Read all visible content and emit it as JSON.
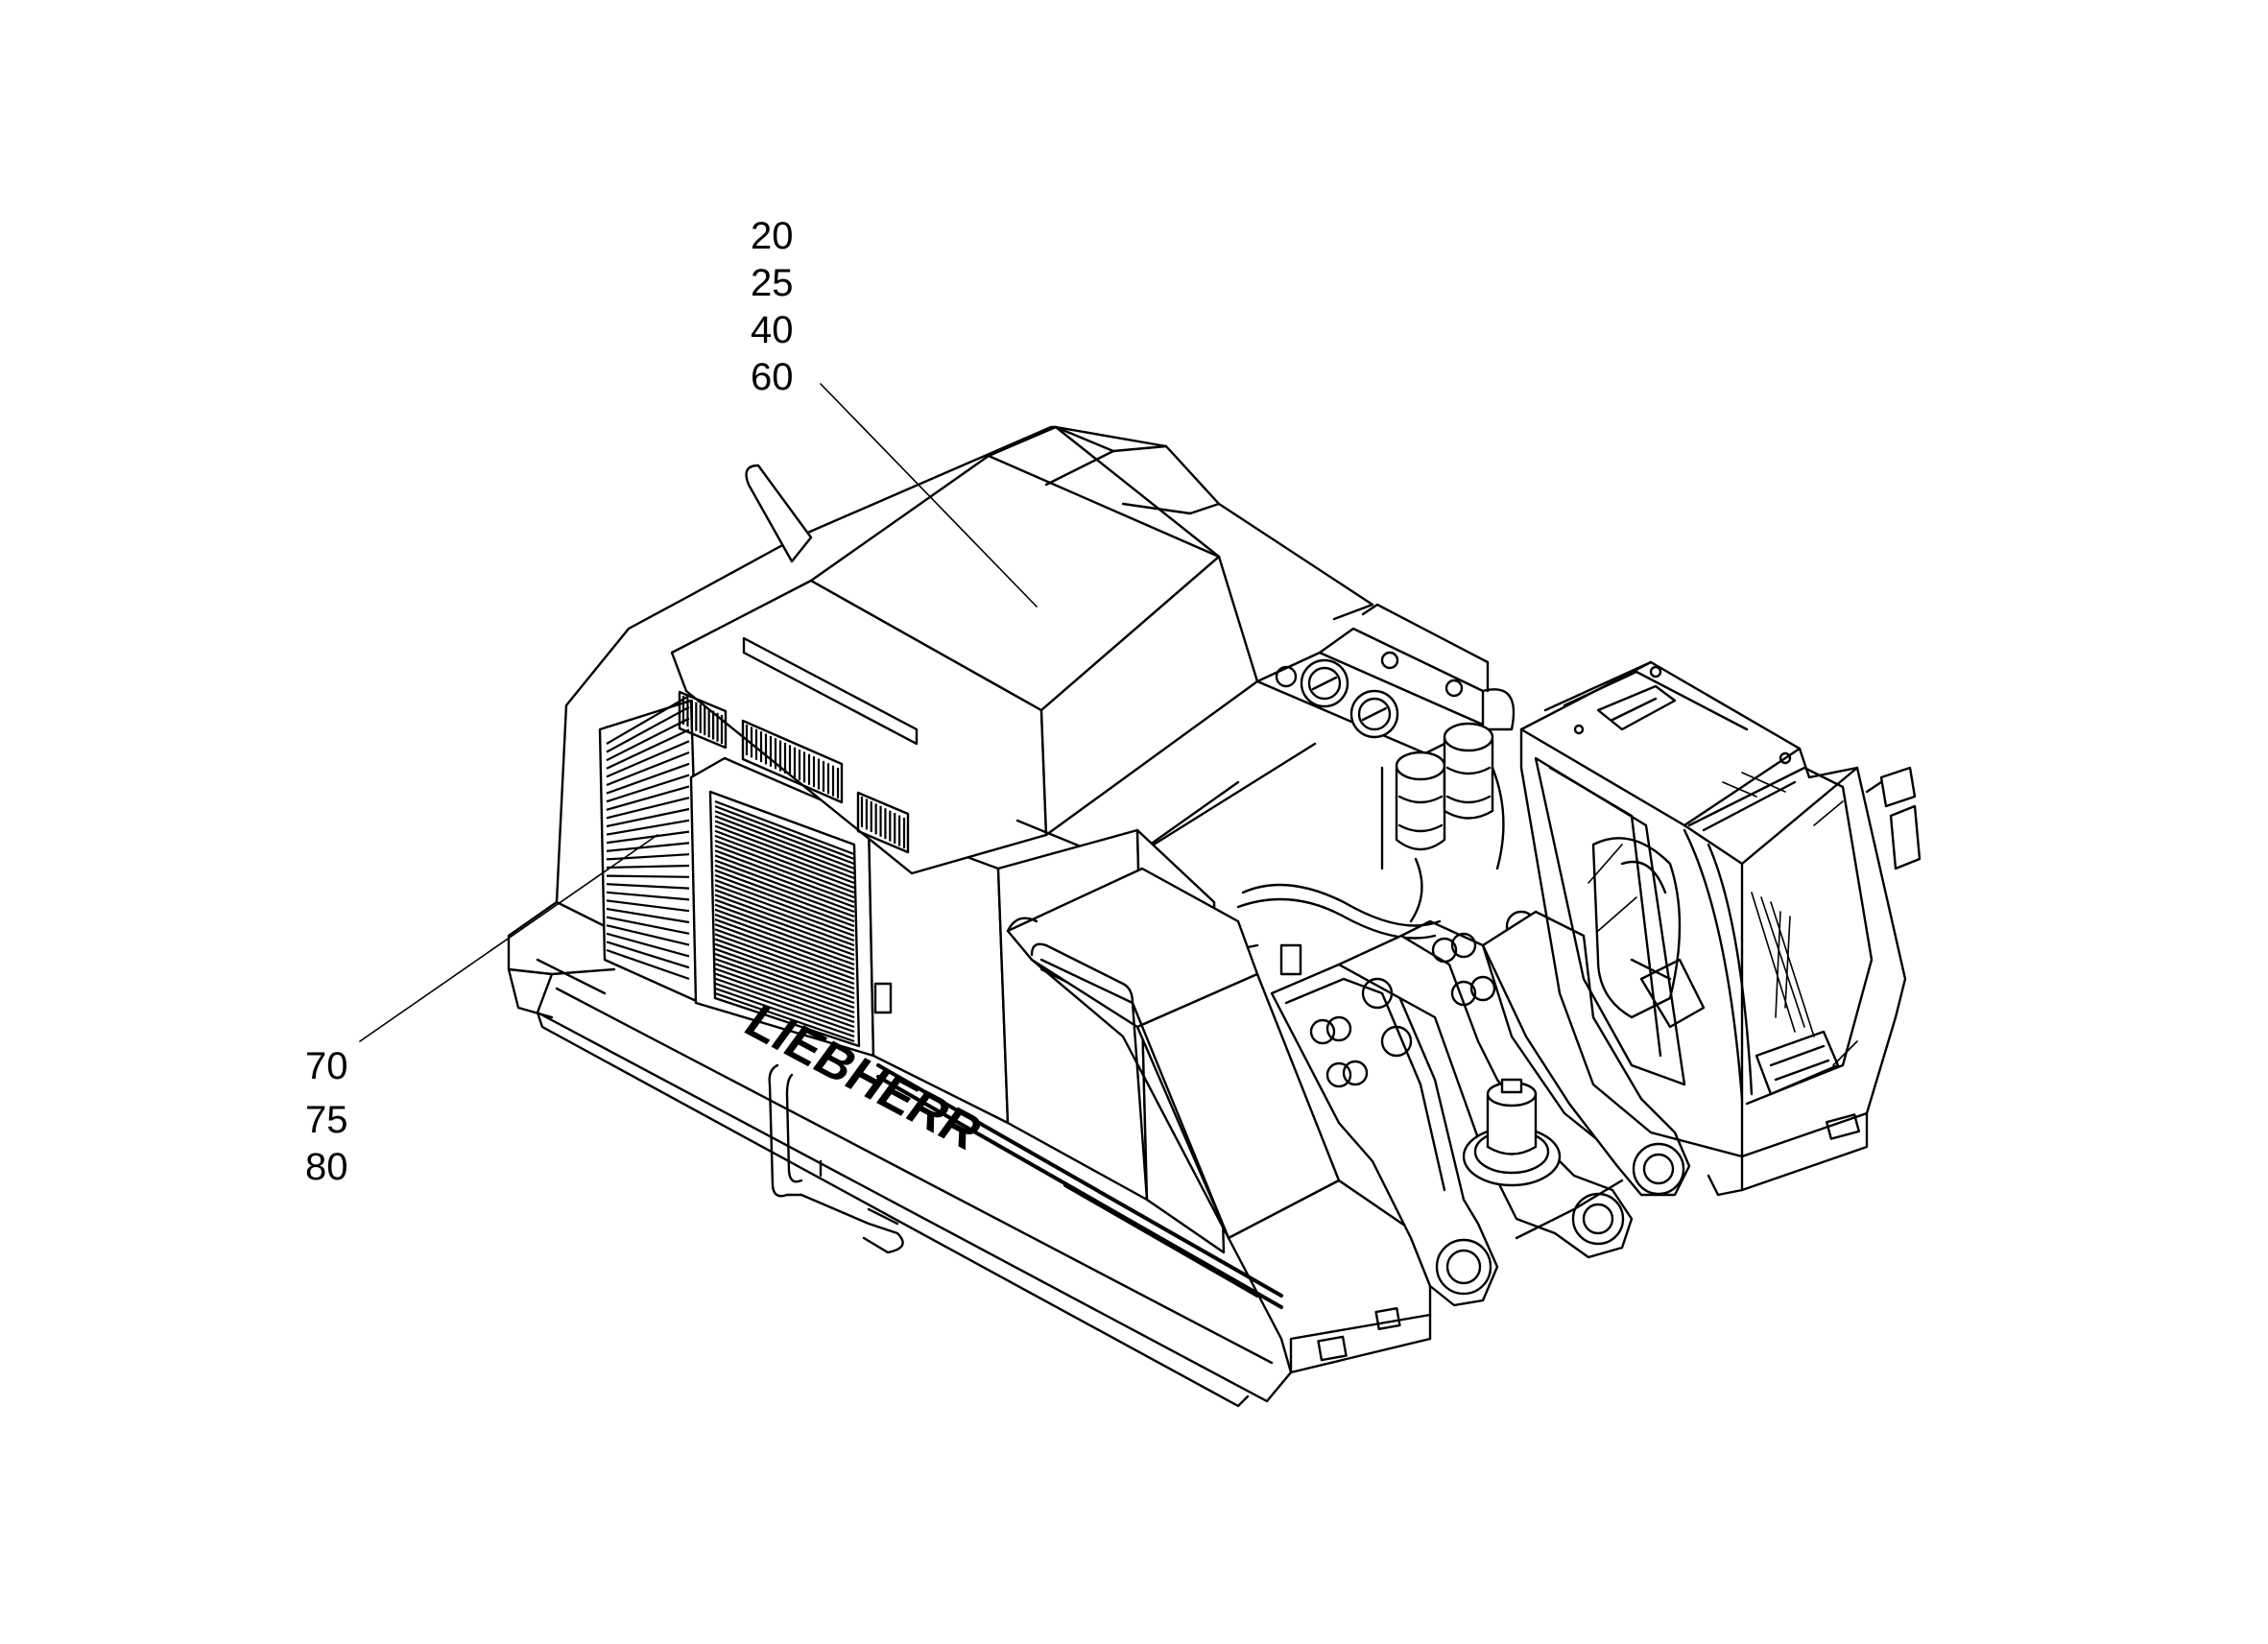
{
  "callouts": {
    "top_group": [
      "20",
      "25",
      "40",
      "60"
    ],
    "left_group": [
      "70",
      "75",
      "80"
    ]
  },
  "machine": {
    "brand_lettering": "LIEBHERR"
  },
  "colors": {
    "line": "#000000",
    "background": "#ffffff"
  }
}
